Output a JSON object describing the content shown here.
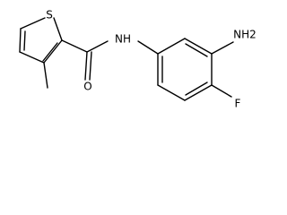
{
  "molecule": {
    "atoms": {
      "sulfur": "S",
      "amide_nh": "NH",
      "amide_oxygen": "O",
      "amino_group": "NH2",
      "fluorine": "F"
    }
  }
}
